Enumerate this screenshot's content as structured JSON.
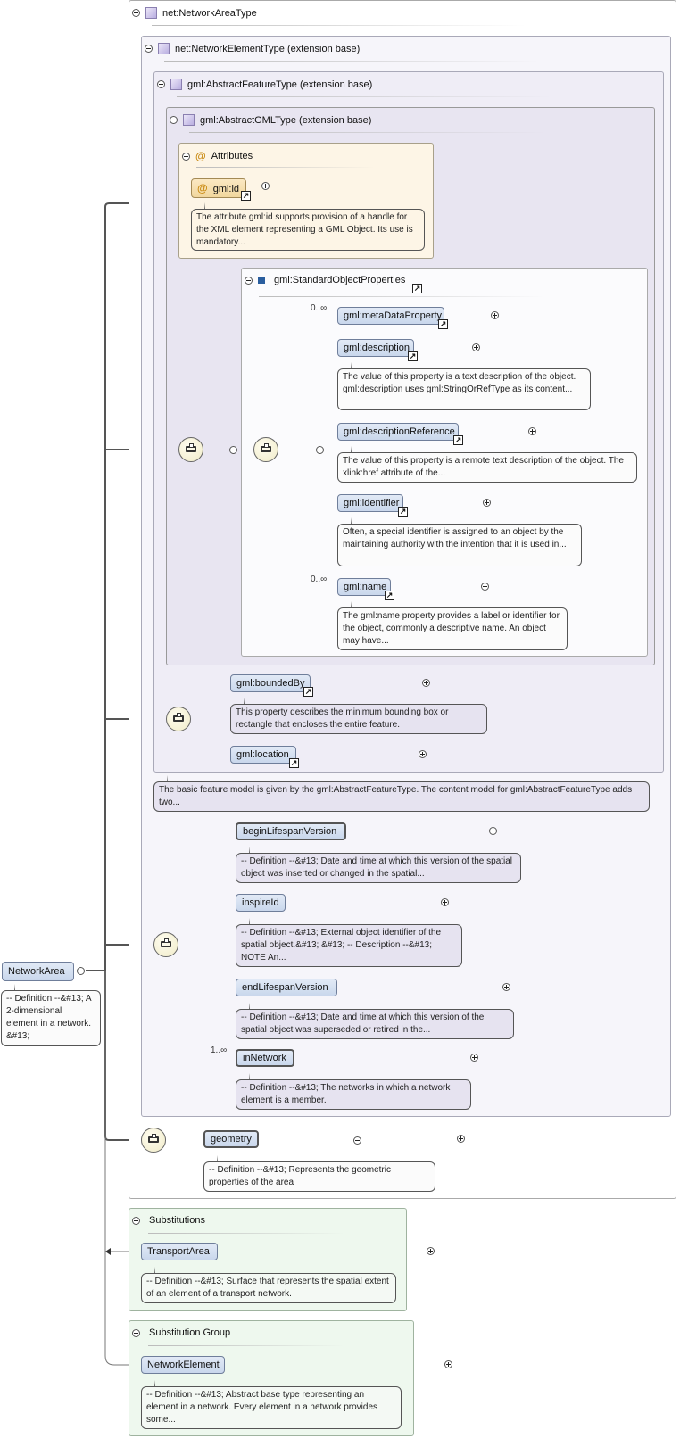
{
  "root": {
    "name": "NetworkArea",
    "doc": "-- Definition --&#13; A 2-dimensional element in a network. &#13;"
  },
  "complex_type": {
    "name": "net:NetworkAreaType"
  },
  "network_element_type": {
    "name": "net:NetworkElementType (extension base)"
  },
  "abstract_feature_type": {
    "name": "gml:AbstractFeatureType (extension base)"
  },
  "abstract_gml_type": {
    "name": "gml:AbstractGMLType (extension base)"
  },
  "attributes": {
    "title": "Attributes",
    "id_attr": {
      "name": "gml:id",
      "doc": "The attribute gml:id supports provision of a handle for the XML element representing a GML Object. Its use is mandatory..."
    }
  },
  "standard_props": {
    "name": "gml:StandardObjectProperties",
    "items": [
      {
        "name": "gml:metaDataProperty",
        "occurs": "0..∞",
        "doc": ""
      },
      {
        "name": "gml:description",
        "occurs": "",
        "doc": "The value of this property is a text description of the object. gml:description uses gml:StringOrRefType as its content..."
      },
      {
        "name": "gml:descriptionReference",
        "occurs": "",
        "doc": "The value of this property is a remote text description of the object. The xlink:href attribute of the..."
      },
      {
        "name": "gml:identifier",
        "occurs": "",
        "doc": "Often, a special identifier is assigned to an object by the maintaining authority with the intention that it is used in..."
      },
      {
        "name": "gml:name",
        "occurs": "0..∞",
        "doc": "The gml:name property provides a label or identifier for the object, commonly a descriptive name. An object may have..."
      }
    ]
  },
  "feature_props": {
    "items": [
      {
        "name": "gml:boundedBy",
        "doc": "This property describes the minimum bounding box or rectangle that encloses the entire feature."
      },
      {
        "name": "gml:location",
        "doc": ""
      }
    ],
    "type_doc": "The basic feature model is given by the gml:AbstractFeatureType. The content model for gml:AbstractFeatureType adds two..."
  },
  "network_props": {
    "items": [
      {
        "name": "beginLifespanVersion",
        "occurs": "",
        "doc": "-- Definition --&#13; Date and time at which this version of the spatial object was inserted or changed in the spatial..."
      },
      {
        "name": "inspireId",
        "occurs": "",
        "doc": "-- Definition --&#13; External object identifier of the spatial object.&#13; &#13; -- Description --&#13; NOTE An..."
      },
      {
        "name": "endLifespanVersion",
        "occurs": "",
        "doc": "-- Definition --&#13; Date and time at which this version of the spatial object was superseded or retired in the..."
      },
      {
        "name": "inNetwork",
        "occurs": "1..∞",
        "doc": "-- Definition --&#13; The networks in which a network element is a member."
      }
    ]
  },
  "area_props": {
    "items": [
      {
        "name": "geometry",
        "doc": "-- Definition --&#13; Represents the geometric properties of the area"
      }
    ]
  },
  "substitutions": {
    "title": "Substitutions",
    "item": {
      "name": "TransportArea",
      "doc": "-- Definition --&#13; Surface that represents the spatial extent of an element of a transport network."
    }
  },
  "substitution_group": {
    "title": "Substitution Group",
    "item": {
      "name": "NetworkElement",
      "doc": "-- Definition --&#13; Abstract base type representing an element in a network. Every element in a network provides some..."
    }
  }
}
